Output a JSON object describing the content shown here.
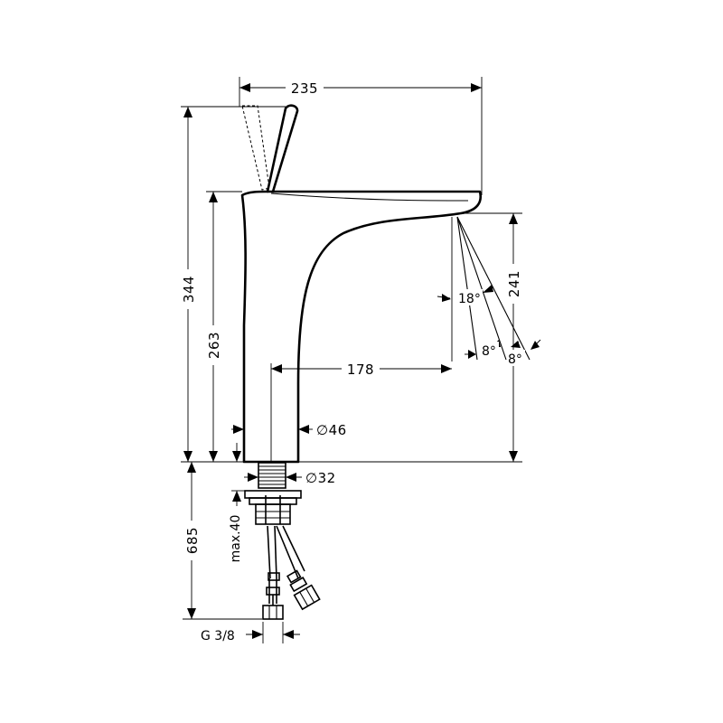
{
  "dimensions": {
    "total_width": "235",
    "total_height": "344",
    "spout_height": "263",
    "outlet_height": "241",
    "spout_reach": "178",
    "body_diameter": "∅46",
    "shank_diameter": "∅32",
    "hose_length": "685",
    "max_thickness": "max.40",
    "connection_thread": "G 3/8",
    "spray_angle_main": "18°",
    "spray_angle_a": "8°",
    "spray_angle_b": "8°"
  }
}
